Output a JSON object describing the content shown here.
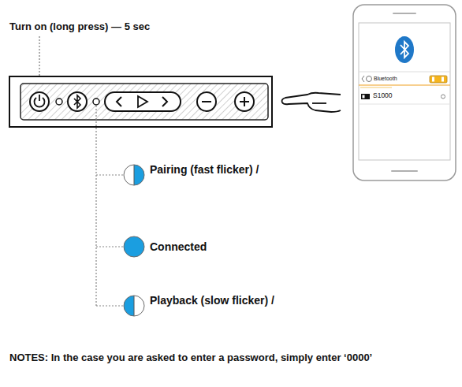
{
  "diagram": {
    "nodes": [
      {
        "text": [
          "Bluetooth",
          "S1000"
        ]
      },
      {
        "text": [
          "Pairing (fast flicker) /"
        ]
      },
      {
        "text": [
          "Connected"
        ]
      },
      {
        "text": [
          "Playback (slow flicker) /"
        ]
      }
    ],
    "labels": [
      "Turn on (long press) — 5 sec",
      "NOTES: In the case you are asked to enter a password, simply enter ‘0000’"
    ]
  }
}
